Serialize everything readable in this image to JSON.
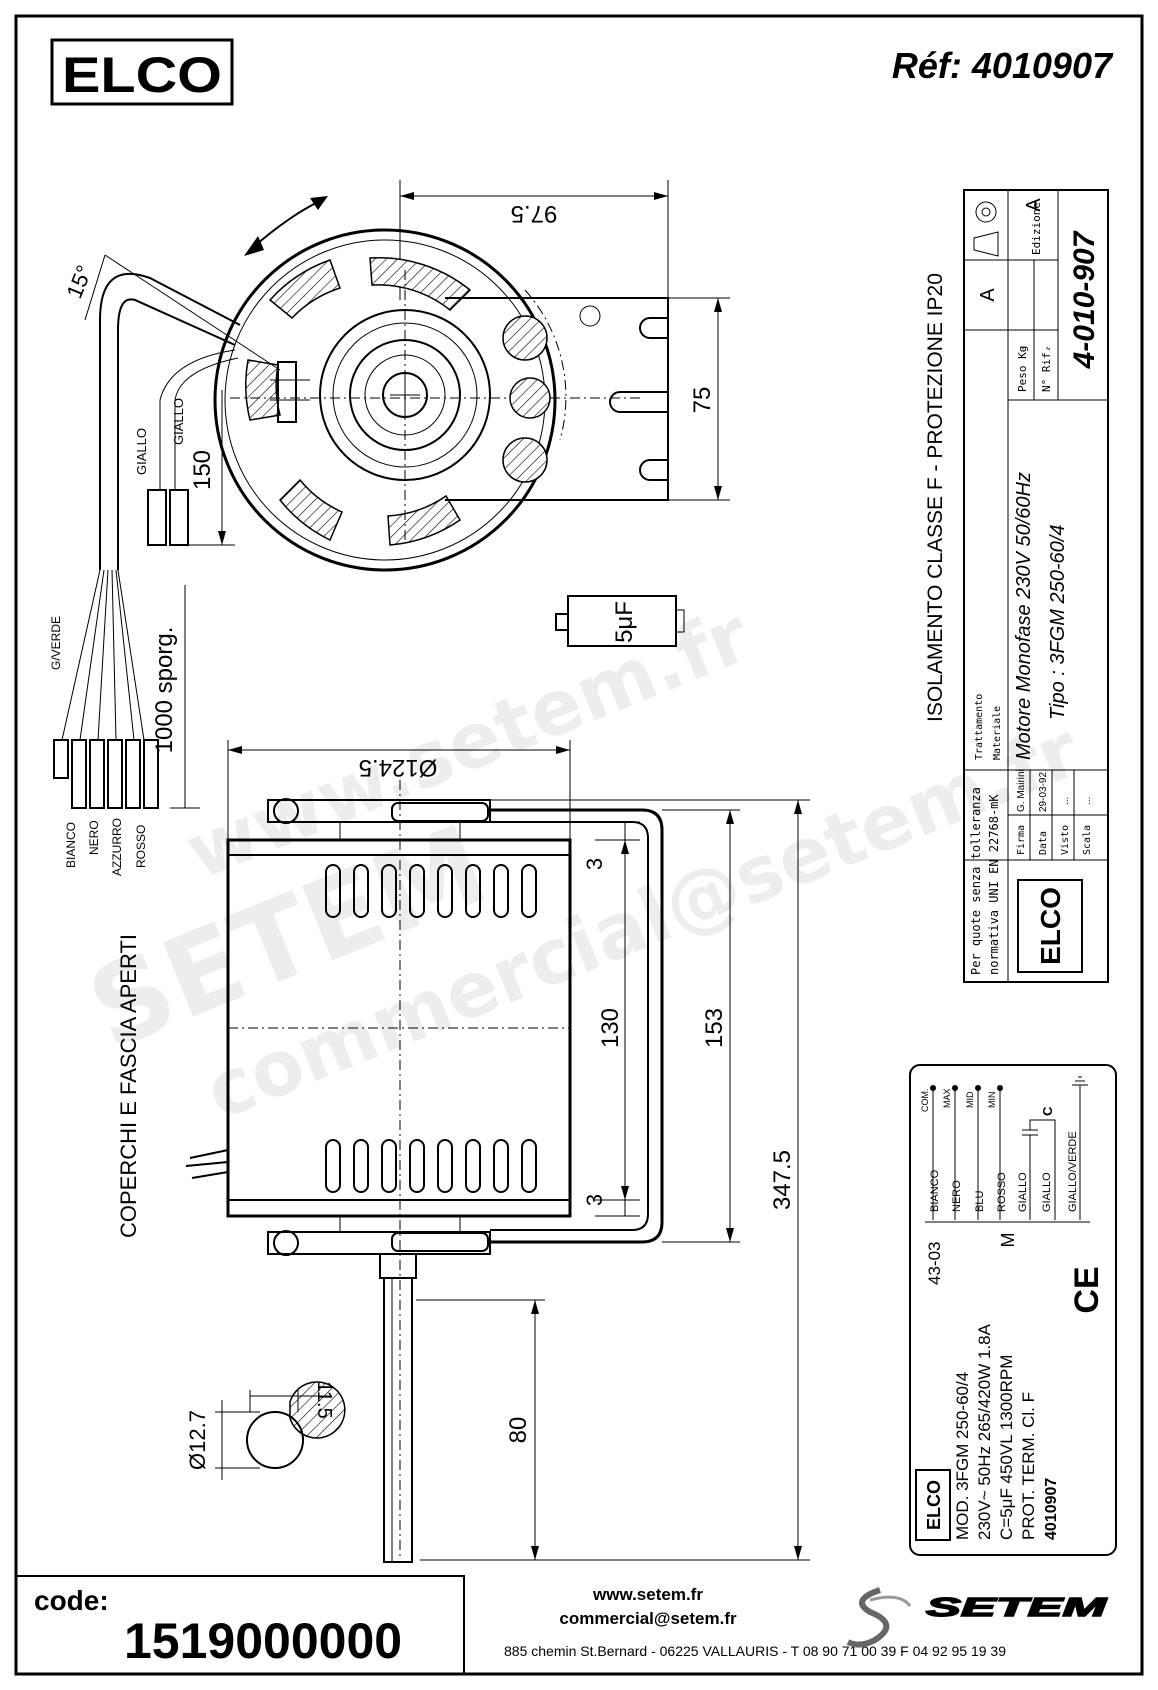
{
  "header": {
    "logo": "ELCO",
    "reference": "Réf: 4010907"
  },
  "dimensions": {
    "top_width": "97.5",
    "flange_height": "75",
    "lead_length": "150",
    "protrusion": "1000 sporg.",
    "angle": "15°",
    "diameter": "Ø124.5",
    "gap_top": "3",
    "gap_bottom": "3",
    "inner_height": "130",
    "bracket_height": "153",
    "total_length": "347.5",
    "shaft_length": "80",
    "shaft_diameter": "Ø12.7",
    "shaft_flat": "11.5"
  },
  "wires": {
    "giallo_1": "GIALLO",
    "giallo_2": "GIALLO",
    "earth": "G/VERDE",
    "colors": [
      "BIANCO",
      "NERO",
      "AZZURRO",
      "ROSSO"
    ]
  },
  "capacitor": {
    "label": "5μF"
  },
  "notes": {
    "covers": "COPERCHI E FASCIA APERTI",
    "insulation": "ISOLAMENTO CLASSE F  -  PROTEZIONE IP20"
  },
  "title_block": {
    "revision": "A",
    "edition_label": "Edizione",
    "edition": "A",
    "weight_label": "Peso Kg",
    "weight": "-",
    "ref_label": "N° Rif.",
    "ref": "-",
    "drawing_number": "4-010-907",
    "description": "Motore Monofase 230V 50/60Hz",
    "type": "Tipo : 3FGM 250-60/4",
    "treatment_label": "Trattamento",
    "material_label": "Materiale",
    "tolerance_1": "Per quote senza tolleranza",
    "tolerance_2": "normativa UNI EN 22768-mK",
    "signature_label": "Firma",
    "signature": "G. Mairini",
    "date_label": "Data",
    "date": "29-03-92",
    "checked_label": "Visto",
    "checked": "...",
    "scale_label": "Scala",
    "scale": "...",
    "logo": "ELCO"
  },
  "rating_plate": {
    "code": "43-03",
    "logo": "ELCO",
    "model": "MOD. 3FGM 250-60/4",
    "line1": "230V~ 50Hz  265/420W  1.8A",
    "line2": "C=5μF 450VL     1300RPM",
    "line3": "PROT. TERM.    Cl. F",
    "line4": "4010907",
    "ce": "CE",
    "terminals": [
      "COM.",
      "MAX",
      "MID",
      "MIN"
    ],
    "cap_label": "C",
    "wire_labels": [
      "BIANCO",
      "NERO",
      "BLU",
      "ROSSO",
      "GIALLO",
      "GIALLO",
      "GIALLO/VERDE"
    ],
    "motor_symbol": "M"
  },
  "footer": {
    "code_label": "code:",
    "code": "1519000000",
    "web": "www.setem.fr",
    "email": "commercial@setem.fr",
    "address": "885 chemin St.Bernard  -  06225 VALLAURIS  -  T 08 90 71 00 39   F 04 92 95 19 39",
    "brand": "SETEM"
  },
  "watermarks": {
    "web": "www.setem.fr",
    "brand": "SETEM",
    "email": "commercial@setem.fr"
  }
}
